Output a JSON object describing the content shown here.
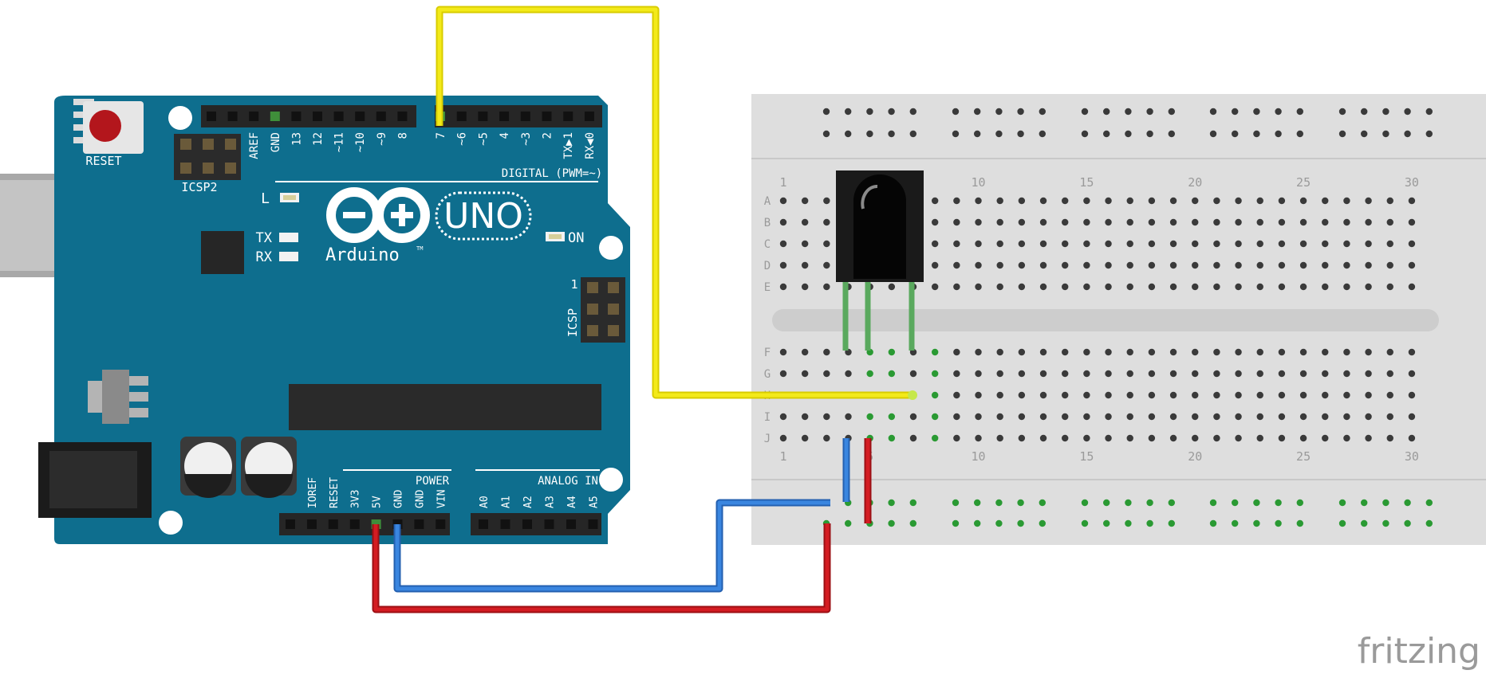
{
  "arduino": {
    "reset_label": "RESET",
    "icsp2_label": "ICSP2",
    "icsp_label": "ICSP",
    "icsp_pin1": "1",
    "brand": "Arduino",
    "trademark": "TM",
    "model": "UNO",
    "led_l": "L",
    "led_tx": "TX",
    "led_rx": "RX",
    "led_on": "ON",
    "digital_header": "DIGITAL (PWM=~)",
    "digital_pins": [
      "AREF",
      "GND",
      "13",
      "12",
      "~11",
      "~10",
      "~9",
      "8",
      "7",
      "~6",
      "~5",
      "4",
      "~3",
      "2",
      "TX▶1",
      "RX◀0"
    ],
    "power_header": "POWER",
    "power_pins": [
      "IOREF",
      "RESET",
      "3V3",
      "5V",
      "GND",
      "GND",
      "VIN"
    ],
    "analog_header": "ANALOG IN",
    "analog_pins": [
      "A0",
      "A1",
      "A2",
      "A3",
      "A4",
      "A5"
    ]
  },
  "breadboard": {
    "rows_top": [
      "A",
      "B",
      "C",
      "D",
      "E"
    ],
    "rows_bottom": [
      "F",
      "G",
      "H",
      "I",
      "J"
    ],
    "column_labels": [
      "1",
      "5",
      "10",
      "15",
      "20",
      "25",
      "30"
    ]
  },
  "watermark": "fritzing",
  "colors": {
    "board": "#0e6e8e",
    "wire_signal": "#f0e800",
    "wire_ground": "#2f78d2",
    "wire_power": "#c4151c",
    "sensor_leg": "#5aa95e",
    "breadboard": "#dedede"
  }
}
